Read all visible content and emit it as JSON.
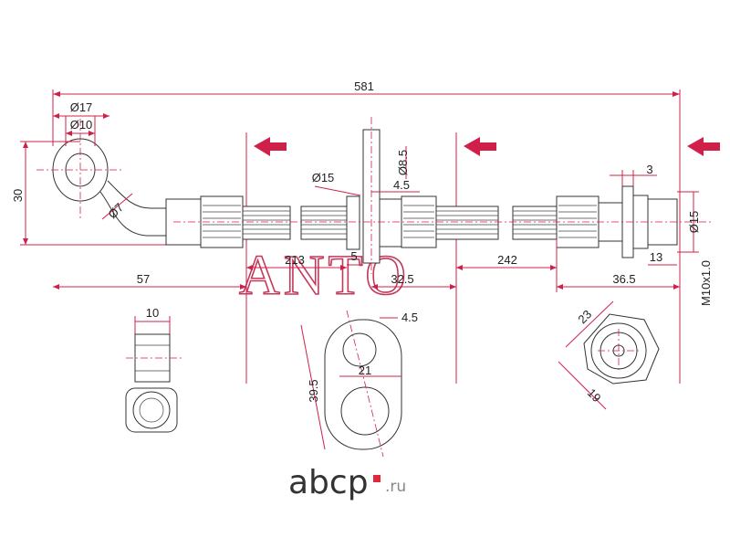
{
  "dimensions": {
    "overall_length": "581",
    "eye_outer_diameter": "Ø17",
    "eye_inner_diameter": "Ø10",
    "eye_height": "30",
    "bend_diameter": "Ø7",
    "left_section": "57",
    "bracket_dia": "Ø15",
    "bracket_hole": "Ø8.5",
    "bracket_offset": "4.5",
    "bracket_width": "5",
    "mid_left": "213",
    "mid_offset": "32.5",
    "mid_right": "242",
    "fitting_width": "3",
    "fitting_dia": "Ø15",
    "fitting_length": "13",
    "right_section": "36.5",
    "thread": "M10x1.0",
    "eye_thickness": "10",
    "plate_hole_offset": "4.5",
    "plate_length": "39.5",
    "plate_spacing": "21",
    "hex_across": "23",
    "hex_depth": "19"
  },
  "watermark": "ANTO",
  "logo": {
    "name": "abcp",
    "domain": ".ru"
  },
  "colors": {
    "line": "#333333",
    "accent_red": "#d0204a",
    "watermark": "#c43a5a",
    "logo_red": "#e3263a"
  },
  "icons": {
    "direction_arrows": "red-left-arrow",
    "logo_mark": "red-square-logo"
  }
}
